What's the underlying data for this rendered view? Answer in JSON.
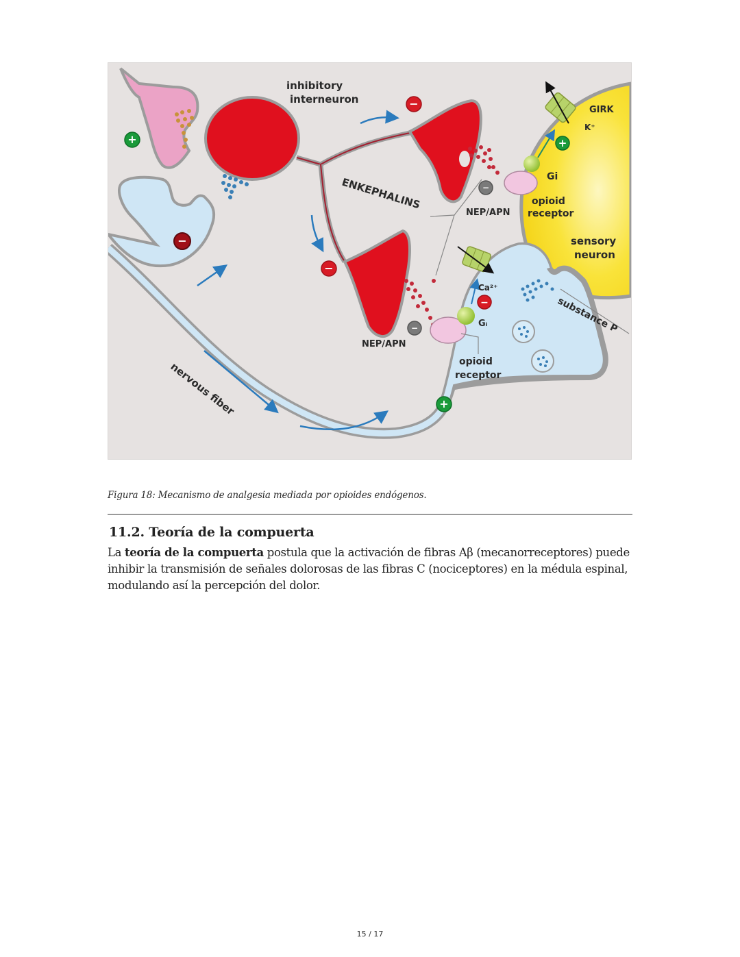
{
  "figure": {
    "labels": {
      "inhibitory_interneuron_1": "inhibitory",
      "inhibitory_interneuron_2": "interneuron",
      "enkephalins": "ENKEPHALINS",
      "nep_apn_top": "NEP/APN",
      "nep_apn_bottom": "NEP/APN",
      "girk": "GIRK",
      "k_ion": "K⁺",
      "gi_top": "Gi",
      "gi_bottom": "Gᵢ",
      "ca_ion": "Ca²⁺",
      "opioid_receptor_top_1": "opioid",
      "opioid_receptor_top_2": "receptor",
      "opioid_receptor_bottom_1": "opioid",
      "opioid_receptor_bottom_2": "receptor",
      "sensory_neuron_1": "sensory",
      "sensory_neuron_2": "neuron",
      "substance_p": "substance P",
      "nervous_fiber": "nervous fiber"
    },
    "signs": {
      "plus": "+",
      "minus": "−"
    },
    "colors": {
      "background": "#e6e2e1",
      "interneuron_red": "#e0101e",
      "sensory_yellow": "#f7d71a",
      "fiber_blue": "#cfe6f5",
      "pink_terminal": "#eba3c6",
      "membrane_gray": "#9c9c9c",
      "plus_green": "#1a9a3a",
      "minus_red": "#d81b25",
      "arrow_blue": "#2b7bbd",
      "channel_green": "#b7d36a"
    }
  },
  "caption": "Figura 18: Mecanismo de analgesia mediada por opioides endógenos.",
  "section": {
    "heading": "11.2. Teoría de la compuerta",
    "paragraph": {
      "intro": "La ",
      "bold": "teoría de la compuerta",
      "rest": " postula que la activación de fibras Aβ (mecanorreceptores) puede inhibir la transmisión de señales dolorosas de las fibras C (nociceptores) en la médula espinal, modulando así la percepción del dolor."
    }
  },
  "footer": {
    "page_number": "15 / 17"
  }
}
